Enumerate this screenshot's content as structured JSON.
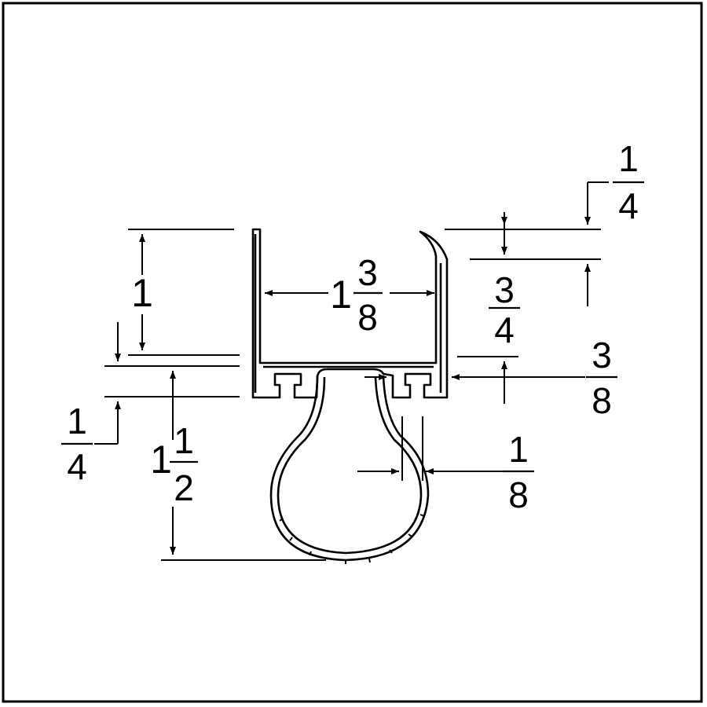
{
  "dimensions": {
    "overall_height": {
      "whole": "1",
      "num": "",
      "den": ""
    },
    "channel_width": {
      "whole": "1",
      "num": "3",
      "den": "8"
    },
    "lip_top": {
      "whole": "",
      "num": "1",
      "den": "4"
    },
    "lip_depth": {
      "whole": "",
      "num": "3",
      "den": "4"
    },
    "base_thickness_right": {
      "whole": "",
      "num": "3",
      "den": "8"
    },
    "base_thickness_left": {
      "whole": "",
      "num": "1",
      "den": "4"
    },
    "bulb_height": {
      "whole": "1",
      "num": "1",
      "den": "2"
    },
    "bulb_wall": {
      "whole": "",
      "num": "1",
      "den": "8"
    }
  },
  "colors": {
    "line": "#000000",
    "background": "#ffffff"
  }
}
